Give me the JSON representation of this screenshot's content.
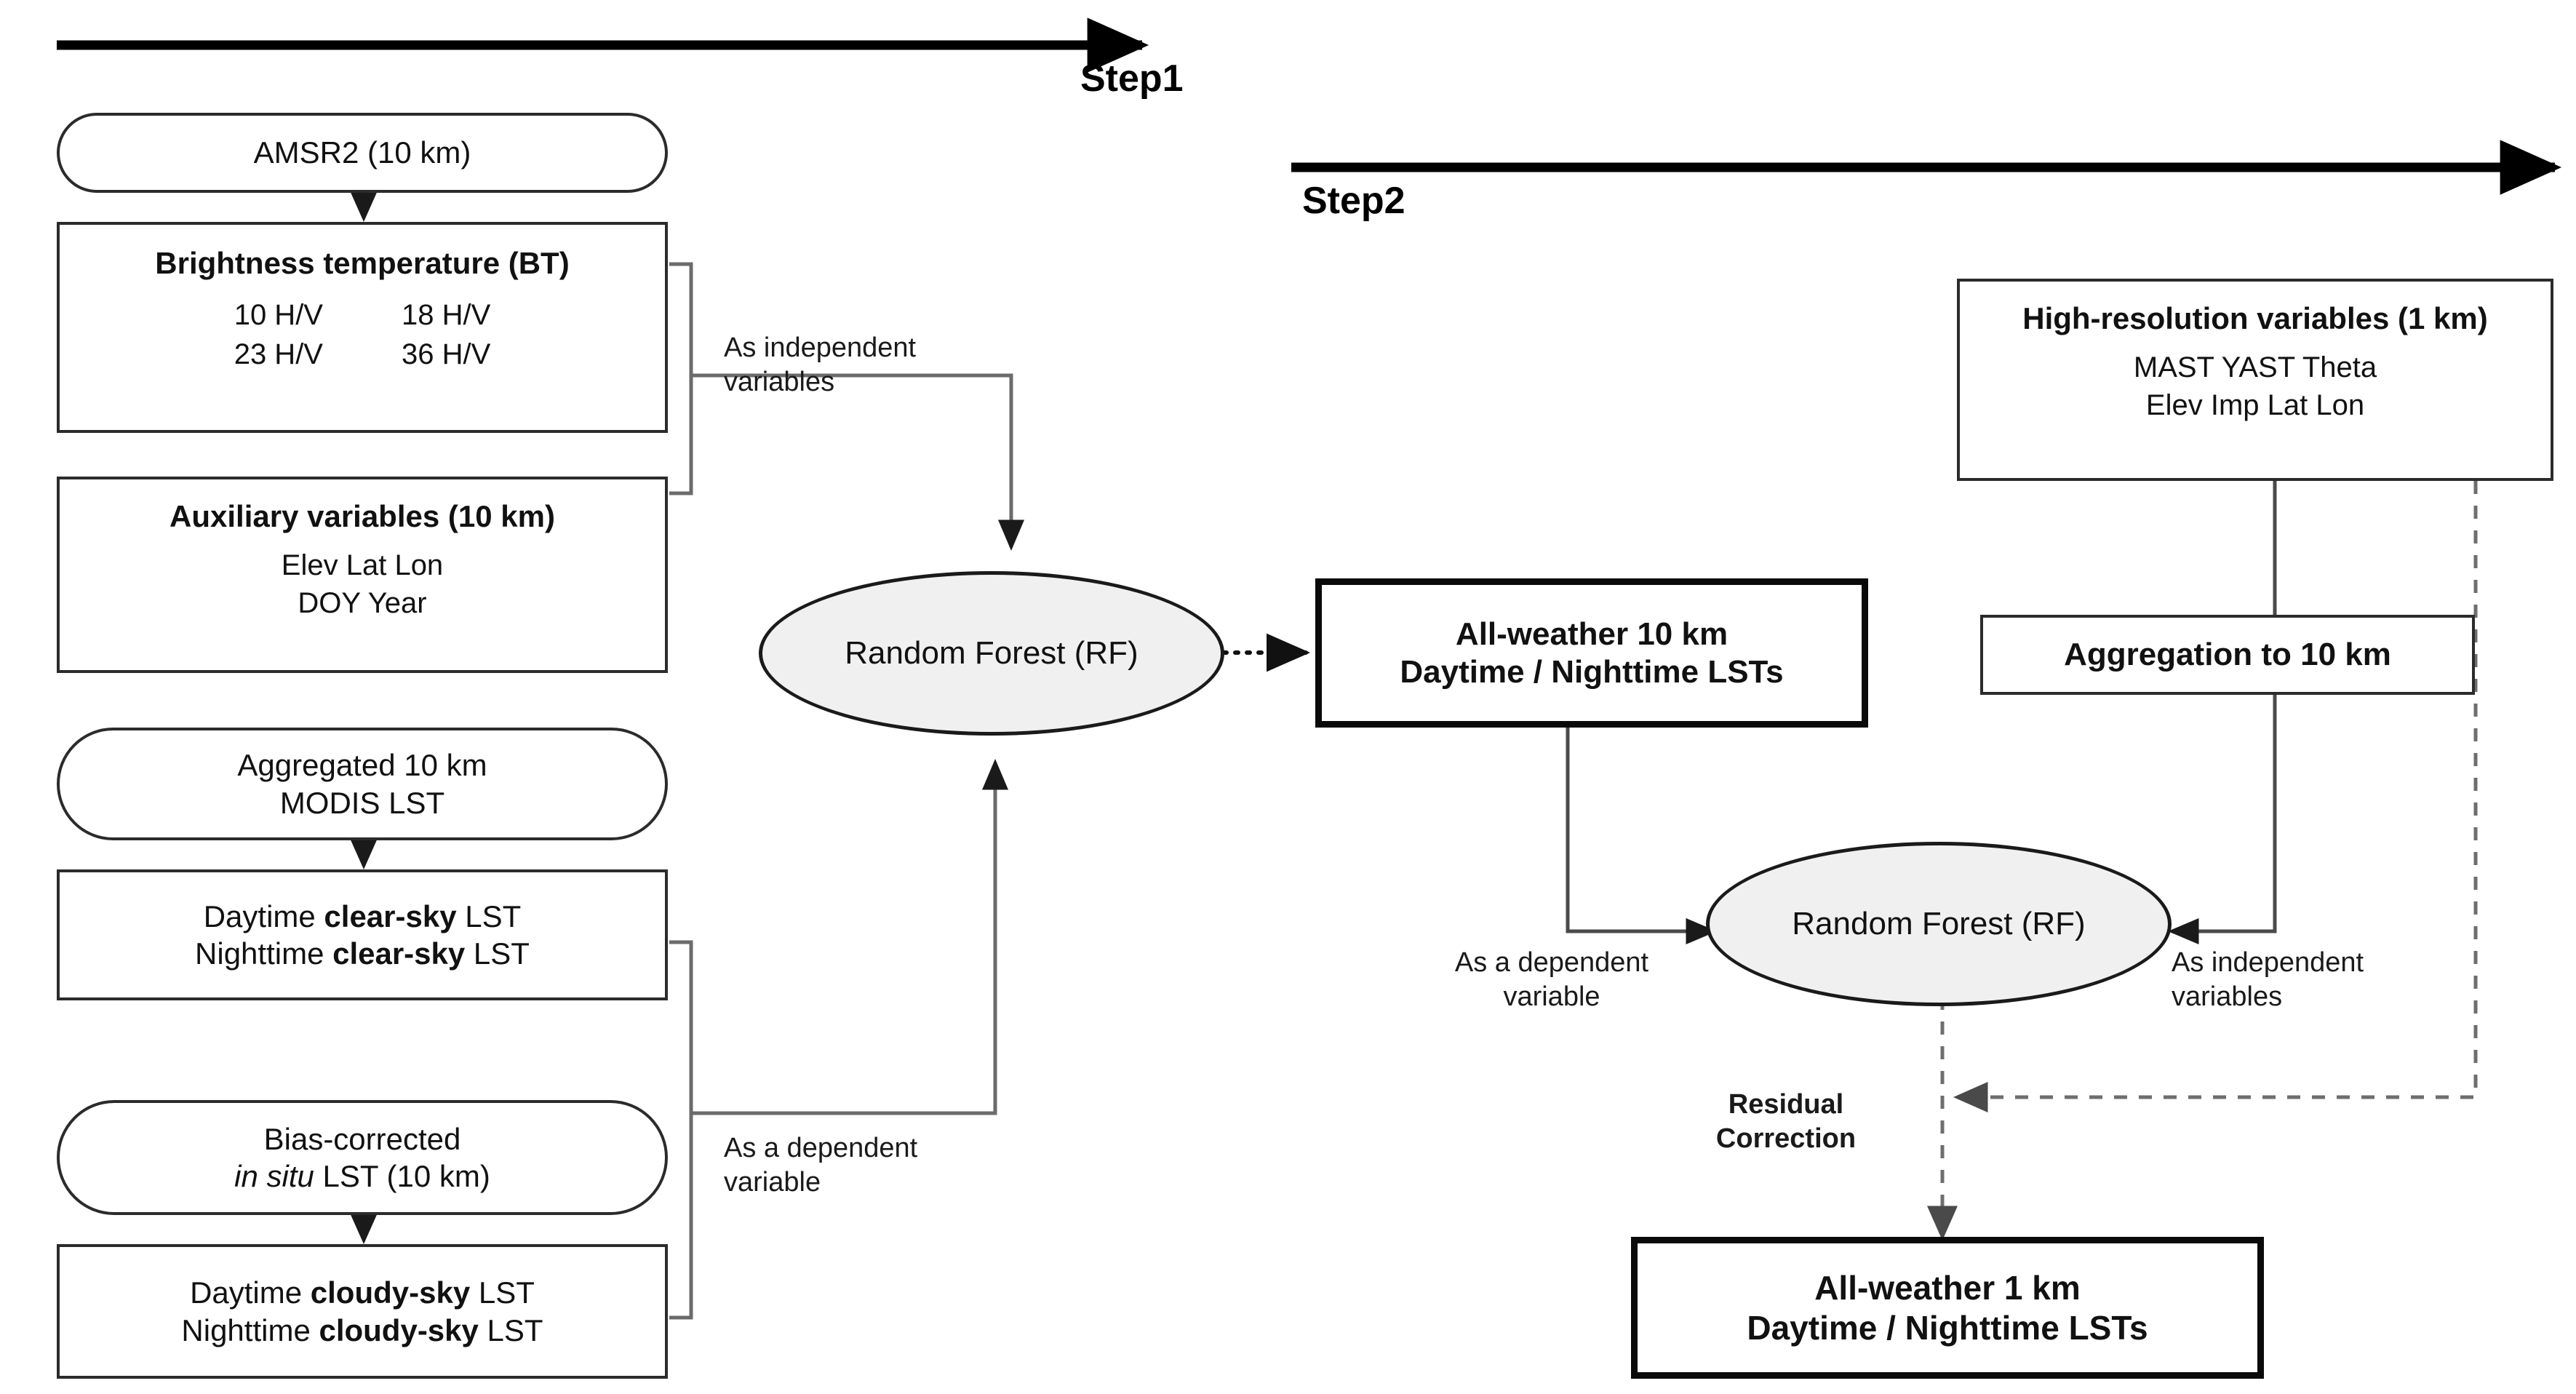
{
  "diagram": {
    "title": "Two-step random forest workflow for all-weather land surface temperature retrieval",
    "steps": {
      "step1_label": "Step1",
      "step2_label": "Step2"
    },
    "colors": {
      "ellipse_fill": "#f0f0f0",
      "node_stroke": "#2b2b2b",
      "emphasis_stroke": "#0a0a0a",
      "connector": "#555555",
      "background": "#ffffff"
    },
    "nodes": {
      "amsr2": {
        "text": "AMSR2 (10 km)"
      },
      "brightness_temperature": {
        "title": "Brightness temperature (BT)",
        "row1_left": "10 H/V",
        "row1_right": "18 H/V",
        "row2_left": "23 H/V",
        "row2_right": "36 H/V"
      },
      "auxiliary_variables": {
        "title": "Auxiliary variables (10 km)",
        "line1": "Elev Lat  Lon",
        "line2": "DOY  Year"
      },
      "aggregated_modis": {
        "line1": "Aggregated 10 km",
        "line2": "MODIS LST"
      },
      "clear_sky": {
        "line1_pre": "Daytime ",
        "line1_em": "clear-sky",
        "line1_post": " LST",
        "line2_pre": "Nighttime ",
        "line2_em": "clear-sky",
        "line2_post": " LST"
      },
      "bias_corrected_insitu": {
        "line1": "Bias-corrected",
        "line2_em": "in situ",
        "line2_post": " LST (10 km)"
      },
      "cloudy_sky": {
        "line1_pre": "Daytime ",
        "line1_em": "cloudy-sky",
        "line1_post": " LST",
        "line2_pre": "Nighttime ",
        "line2_em": "cloudy-sky",
        "line2_post": " LST"
      },
      "random_forest_step1": {
        "text": "Random Forest (RF)"
      },
      "all_weather_10km": {
        "line1": "All-weather 10 km",
        "line2": "Daytime / Nighttime LSTs"
      },
      "high_resolution_variables": {
        "title": "High-resolution variables (1 km)",
        "line1": "MAST YAST Theta",
        "line2": "Elev Imp Lat  Lon"
      },
      "aggregation_to_10km": {
        "text": "Aggregation to 10 km"
      },
      "random_forest_step2": {
        "text": "Random Forest (RF)"
      },
      "all_weather_1km": {
        "line1": "All-weather 1 km",
        "line2": "Daytime / Nighttime LSTs"
      }
    },
    "edge_labels": {
      "independent_step1": "As independent\nvariables",
      "dependent_step1": "As a dependent\nvariable",
      "dependent_step2": "As a dependent\nvariable",
      "independent_step2": "As independent\nvariables",
      "residual_correction": "Residual\nCorrection"
    }
  }
}
